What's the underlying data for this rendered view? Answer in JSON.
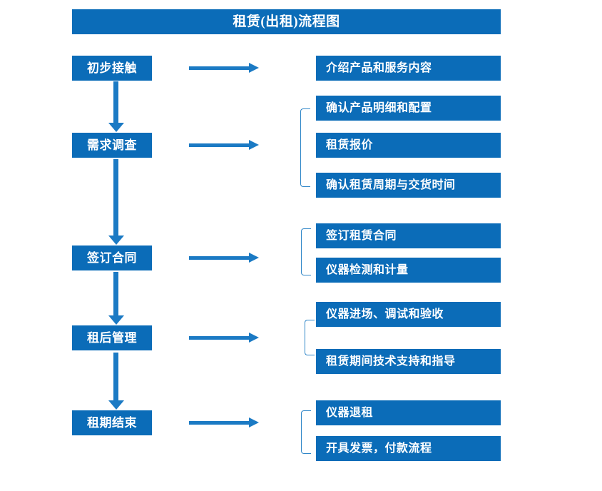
{
  "diagram": {
    "title": "租赁(出租)流程图",
    "colors": {
      "box_blue": "#0b6cb8",
      "arrow_blue": "#1b7ac4",
      "bracket_blue": "#2f86c8",
      "text_white": "#ffffff",
      "background": "#ffffff"
    },
    "stages": [
      {
        "id": "stage-1",
        "label": "初步接触",
        "details": [
          "介绍产品和服务内容"
        ],
        "has_bracket": false
      },
      {
        "id": "stage-2",
        "label": "需求调查",
        "details": [
          "确认产品明细和配置",
          "租赁报价",
          "确认租赁周期与交货时间"
        ],
        "has_bracket": true
      },
      {
        "id": "stage-3",
        "label": "签订合同",
        "details": [
          "签订租赁合同",
          "仪器检测和计量"
        ],
        "has_bracket": true
      },
      {
        "id": "stage-4",
        "label": "租后管理",
        "details": [
          "仪器进场、调试和验收",
          "租赁期间技术支持和指导"
        ],
        "has_bracket": true
      },
      {
        "id": "stage-5",
        "label": "租期结束",
        "details": [
          "仪器退租",
          "开具发票，付款流程"
        ],
        "has_bracket": true
      }
    ],
    "detail_boxes": [
      "介绍产品和服务内容",
      "确认产品明细和配置",
      "租赁报价",
      "确认租赁周期与交货时间",
      "签订租赁合同",
      "仪器检测和计量",
      "仪器进场、调试和验收",
      "租赁期间技术支持和指导",
      "仪器退租",
      "开具发票，付款流程"
    ],
    "connectors": {
      "horizontal_arrow_count": 5,
      "vertical_arrow_count": 4,
      "bracket_count": 4
    }
  }
}
